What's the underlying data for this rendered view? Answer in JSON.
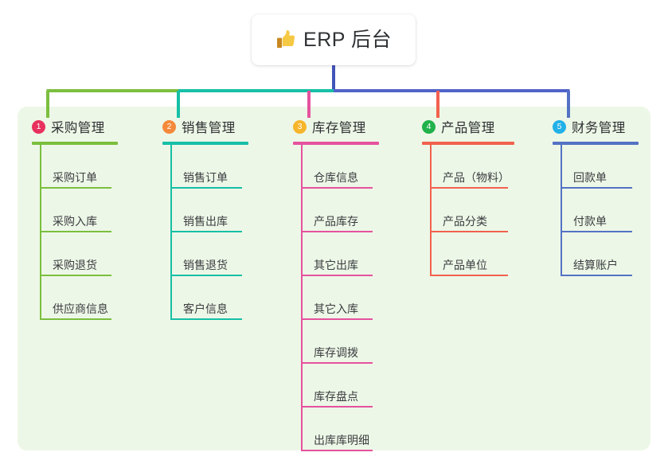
{
  "root": {
    "icon": "thumbs-up-icon",
    "title": "ERP 后台"
  },
  "colors": {
    "panel_background": "#EDF7E7",
    "page_background": "#FFFFFF",
    "root_stem": "#4154B8",
    "trunk_left": "#7BBF3E",
    "trunk_mid": "#16BFA6",
    "trunk_right": "#5163C9",
    "text": "#2F3133"
  },
  "columns": [
    {
      "number": "1",
      "title": "采购管理",
      "badge_color": "#E8315E",
      "line_color": "#7BBF3E",
      "items": [
        "采购订单",
        "采购入库",
        "采购退货",
        "供应商信息"
      ]
    },
    {
      "number": "2",
      "title": "销售管理",
      "badge_color": "#F5893B",
      "line_color": "#16BFA6",
      "items": [
        "销售订单",
        "销售出库",
        "销售退货",
        "客户信息"
      ]
    },
    {
      "number": "3",
      "title": "库存管理",
      "badge_color": "#F7B52B",
      "line_color": "#E5529E",
      "items": [
        "仓库信息",
        "产品库存",
        "其它出库",
        "其它入库",
        "库存调拨",
        "库存盘点",
        "出库库明细"
      ]
    },
    {
      "number": "4",
      "title": "产品管理",
      "badge_color": "#21B24B",
      "line_color": "#F2614F",
      "items": [
        "产品（物料）",
        "产品分类",
        "产品单位"
      ]
    },
    {
      "number": "5",
      "title": "财务管理",
      "badge_color": "#22B0E8",
      "line_color": "#5472C4",
      "items": [
        "回款单",
        "付款单",
        "结算账户"
      ]
    }
  ]
}
